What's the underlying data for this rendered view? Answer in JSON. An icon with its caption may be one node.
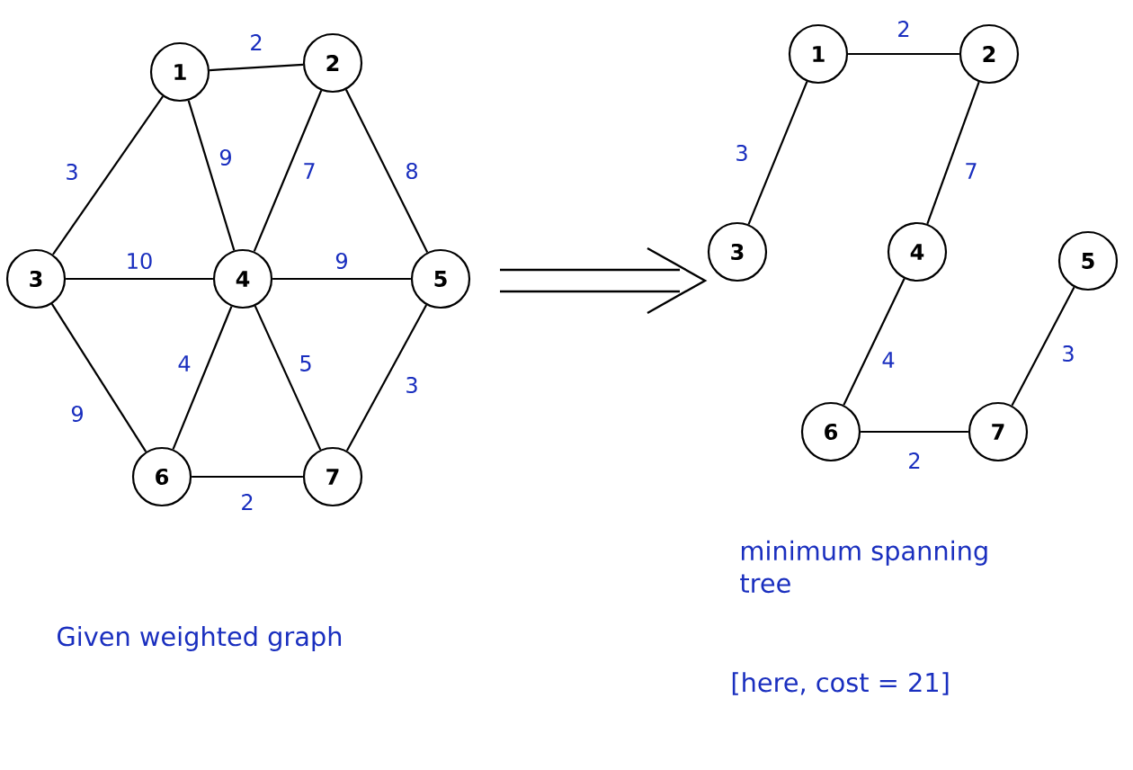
{
  "diagram": {
    "nodes": [
      {
        "text": [
          "1"
        ]
      },
      {
        "text": [
          "2"
        ]
      },
      {
        "text": [
          "3"
        ]
      },
      {
        "text": [
          "4"
        ]
      },
      {
        "text": [
          "5"
        ]
      },
      {
        "text": [
          "6"
        ]
      },
      {
        "text": [
          "7"
        ]
      },
      {
        "text": [
          "1"
        ]
      },
      {
        "text": [
          "2"
        ]
      },
      {
        "text": [
          "3"
        ]
      },
      {
        "text": [
          "4"
        ]
      },
      {
        "text": [
          "5"
        ]
      },
      {
        "text": [
          "6"
        ]
      },
      {
        "text": [
          "7"
        ]
      }
    ],
    "edges": [
      {
        "from": 0,
        "to": 1,
        "arrow": "none",
        "label": "2"
      },
      {
        "from": 0,
        "to": 2,
        "arrow": "none",
        "label": "3"
      },
      {
        "from": 0,
        "to": 3,
        "arrow": "none",
        "label": "9"
      },
      {
        "from": 1,
        "to": 3,
        "arrow": "none",
        "label": "7"
      },
      {
        "from": 1,
        "to": 4,
        "arrow": "none",
        "label": "8"
      },
      {
        "from": 2,
        "to": 3,
        "arrow": "none",
        "label": "10"
      },
      {
        "from": 3,
        "to": 4,
        "arrow": "none",
        "label": "9"
      },
      {
        "from": 2,
        "to": 5,
        "arrow": "none",
        "label": "9"
      },
      {
        "from": 3,
        "to": 5,
        "arrow": "none",
        "label": "4"
      },
      {
        "from": 3,
        "to": 6,
        "arrow": "none",
        "label": "5"
      },
      {
        "from": 4,
        "to": 6,
        "arrow": "none",
        "label": "3"
      },
      {
        "from": 5,
        "to": 6,
        "arrow": "none",
        "label": "2"
      },
      {
        "from": 7,
        "to": 8,
        "arrow": "none",
        "label": "2"
      },
      {
        "from": 7,
        "to": 9,
        "arrow": "none",
        "label": "3"
      },
      {
        "from": 8,
        "to": 10,
        "arrow": "none",
        "label": "7"
      },
      {
        "from": 10,
        "to": 12,
        "arrow": "none",
        "label": "4"
      },
      {
        "from": 12,
        "to": 13,
        "arrow": "none",
        "label": "2"
      },
      {
        "from": 13,
        "to": 11,
        "arrow": "none",
        "label": "3"
      }
    ],
    "labels": [
      "Given weighted graph",
      "minimum spanning tree",
      "[here, cost = 21]"
    ]
  }
}
